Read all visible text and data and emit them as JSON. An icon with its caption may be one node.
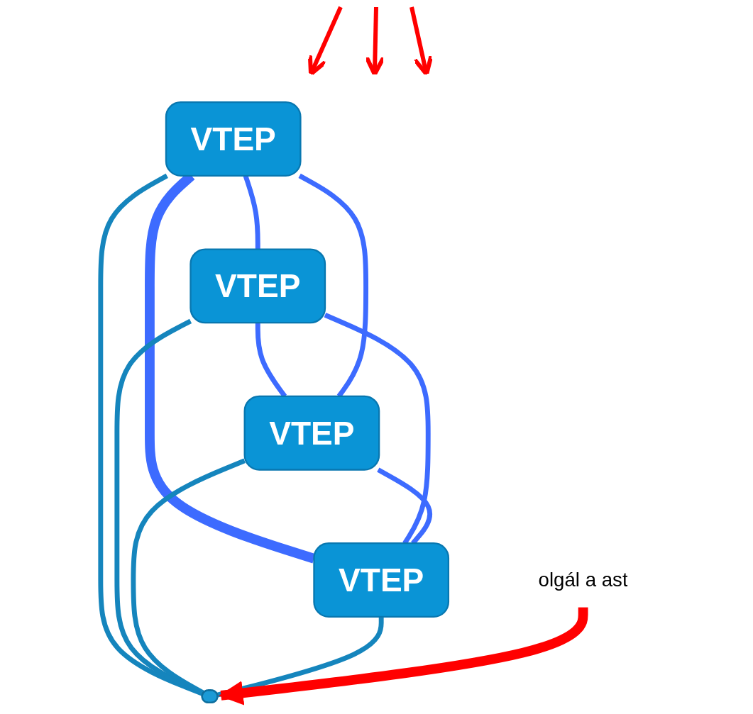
{
  "diagram": {
    "nodes": [
      {
        "text": [
          "VTEP"
        ]
      },
      {
        "text": [
          "VTEP"
        ]
      },
      {
        "text": [
          "VTEP"
        ]
      },
      {
        "text": [
          "VTEP"
        ]
      },
      {
        "text": [],
        "shape": "bar"
      },
      {
        "text": [
          "olgál a ast"
        ]
      }
    ],
    "edges": [
      {
        "from": 0,
        "to": 1,
        "arrow": "none"
      },
      {
        "from": 0,
        "to": 3,
        "arrow": "none",
        "style": "thick"
      },
      {
        "from": 1,
        "to": 2,
        "arrow": "none"
      },
      {
        "from": 0,
        "to": 2,
        "arrow": "none"
      },
      {
        "from": 1,
        "to": 3,
        "arrow": "none"
      },
      {
        "from": 0,
        "to": 4,
        "arrow": "none",
        "color": "#1585bd"
      },
      {
        "from": 1,
        "to": 4,
        "arrow": "none",
        "color": "#1585bd"
      },
      {
        "from": 2,
        "to": 4,
        "arrow": "none",
        "color": "#1585bd"
      },
      {
        "from": 3,
        "to": 4,
        "arrow": "none",
        "color": "#1585bd"
      },
      {
        "from": 2,
        "to": 3,
        "arrow": "none"
      },
      {
        "from": 5,
        "to": 4,
        "arrow": "to",
        "style": "thick",
        "color": "#ff0000"
      }
    ]
  }
}
